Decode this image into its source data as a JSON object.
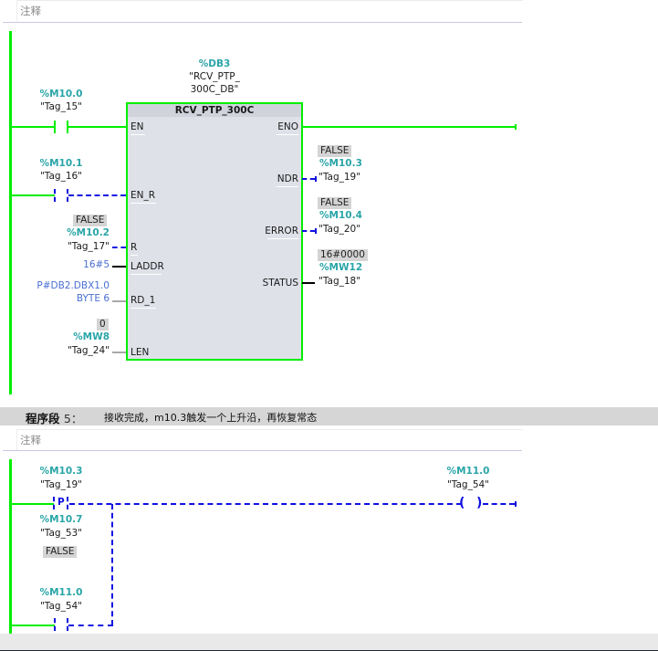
{
  "network4": {
    "comment_placeholder": "注释",
    "instance_db": {
      "address": "%DB3",
      "name_line1": "\"RCV_PTP_",
      "name_line2": "300C_DB\""
    },
    "block": {
      "name": "RCV_PTP_300C",
      "inputs": [
        "EN",
        "EN_R",
        "R",
        "LADDR",
        "RD_1",
        "LEN"
      ],
      "outputs": [
        "ENO",
        "NDR",
        "ERROR",
        "STATUS"
      ]
    },
    "contact_en": {
      "address": "%M10.0",
      "tag": "\"Tag_15\""
    },
    "contact_en_r": {
      "address": "%M10.1",
      "tag": "\"Tag_16\""
    },
    "param_r": {
      "value": "FALSE",
      "address": "%M10.2",
      "tag": "\"Tag_17\""
    },
    "param_laddr": {
      "value": "16#5"
    },
    "param_rd1": {
      "line1": "P#DB2.DBX1.0",
      "line2": "BYTE 6"
    },
    "param_len": {
      "value": "0",
      "address": "%MW8",
      "tag": "\"Tag_24\""
    },
    "out_ndr": {
      "value": "FALSE",
      "address": "%M10.3",
      "tag": "\"Tag_19\""
    },
    "out_error": {
      "value": "FALSE",
      "address": "%M10.4",
      "tag": "\"Tag_20\""
    },
    "out_status": {
      "value": "16#0000",
      "address": "%MW12",
      "tag": "\"Tag_18\""
    }
  },
  "network5": {
    "label": "程序段",
    "number": "5：",
    "description": "接收完成，m10.3触发一个上升沿，再恢复常态",
    "comment_placeholder": "注释",
    "p_contact": {
      "address": "%M10.3",
      "tag": "\"Tag_19\"",
      "letter": "P",
      "mem_address": "%M10.7",
      "mem_tag": "\"Tag_53\"",
      "mem_value": "FALSE"
    },
    "hold_contact": {
      "address": "%M11.0",
      "tag": "\"Tag_54\""
    },
    "coil": {
      "address": "%M11.0",
      "tag": "\"Tag_54\"",
      "left": "(",
      "right": ")"
    }
  },
  "colors": {
    "power_flow": "#00ee00",
    "no_flow": "#1010e0",
    "address": "#2aa5a8",
    "constant": "#4a6fd3"
  }
}
